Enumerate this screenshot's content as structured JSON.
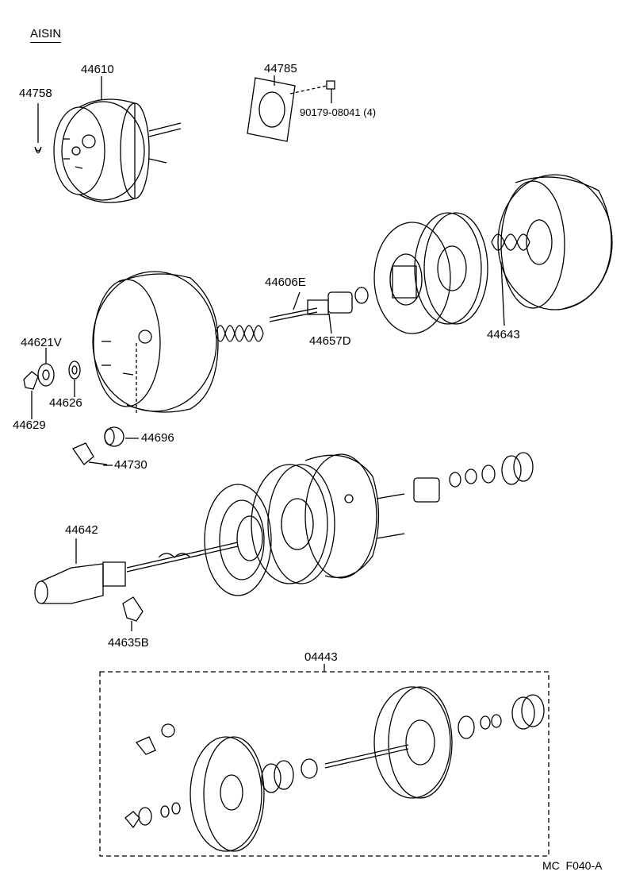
{
  "brand": "AISIN",
  "drawing_code": "MC  F040-A",
  "parts": {
    "p44610": "44610",
    "p44758": "44758",
    "p44785": "44785",
    "p90179": "90179-08041 (4)",
    "p44606E": "44606E",
    "p44657D": "44657D",
    "p44643": "44643",
    "p44621V": "44621V",
    "p44626": "44626",
    "p44629": "44629",
    "p44696": "44696",
    "p44730": "44730",
    "p44642": "44642",
    "p44635B": "44635B",
    "p04443": "04443"
  },
  "colors": {
    "ink": "#000000",
    "paper": "#ffffff"
  }
}
